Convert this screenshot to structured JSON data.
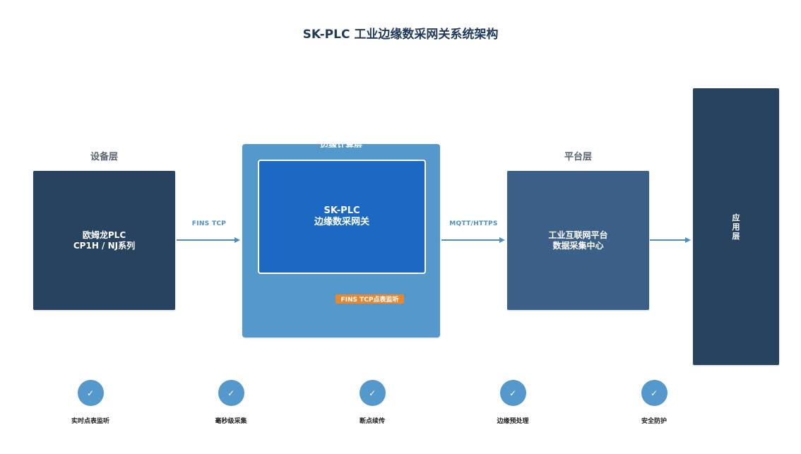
{
  "title": "SK-PLC 工业边缘数采网关系统架构",
  "layers": {
    "device": "设备层",
    "edge": "边缘计算层",
    "platform": "平台层"
  },
  "device_box": {
    "line1": "欧姆龙PLC",
    "line2": "CP1H / NJ系列"
  },
  "gateway_box": {
    "line1": "SK-PLC",
    "line2": "边缘数采网关"
  },
  "edge_badge": "FINS TCP点表监听",
  "platform_box": {
    "line1": "工业互联网平台",
    "line2": "数据采集中心"
  },
  "app_box": {
    "chars": [
      "应",
      "用",
      "层"
    ]
  },
  "arrows": {
    "device_to_edge": "FINS TCP",
    "edge_to_platform": "MQTT/HTTPS"
  },
  "features": [
    {
      "icon": "check-icon",
      "symbol": "✓",
      "label": "实时点表监听"
    },
    {
      "icon": "check-icon",
      "symbol": "✓",
      "label": "毫秒级采集"
    },
    {
      "icon": "check-icon",
      "symbol": "✓",
      "label": "断点续传"
    },
    {
      "icon": "check-icon",
      "symbol": "✓",
      "label": "边缘预处理"
    },
    {
      "icon": "check-icon",
      "symbol": "✓",
      "label": "安全防护"
    }
  ],
  "colors": {
    "dark_navy": "#27435f",
    "steel_blue": "#3b5f87",
    "light_blue": "#5598cb",
    "gateway_blue": "#1b69c3",
    "badge_orange": "#e8872e",
    "arrow_blue": "#4b8fc6"
  }
}
